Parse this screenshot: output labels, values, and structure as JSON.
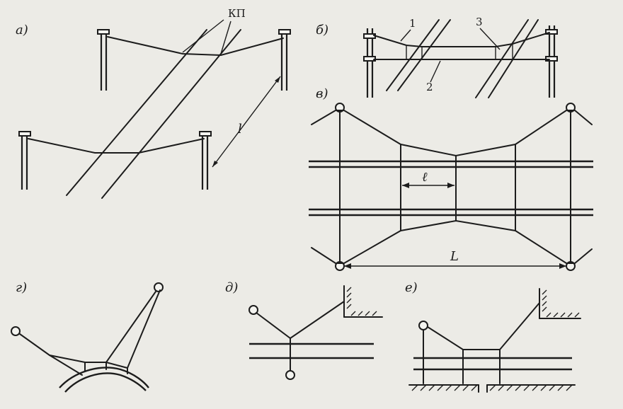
{
  "labels": {
    "a": "а)",
    "b": "б)",
    "v": "в)",
    "g": "г)",
    "d": "д)",
    "e": "е)",
    "kp": "КП",
    "n1": "1",
    "n2": "2",
    "n3": "3",
    "span_small": "l",
    "span_l": "ℓ",
    "span_L": "L"
  },
  "colors": {
    "ink": "#1c1c1c",
    "paper": "#ecebe6"
  }
}
